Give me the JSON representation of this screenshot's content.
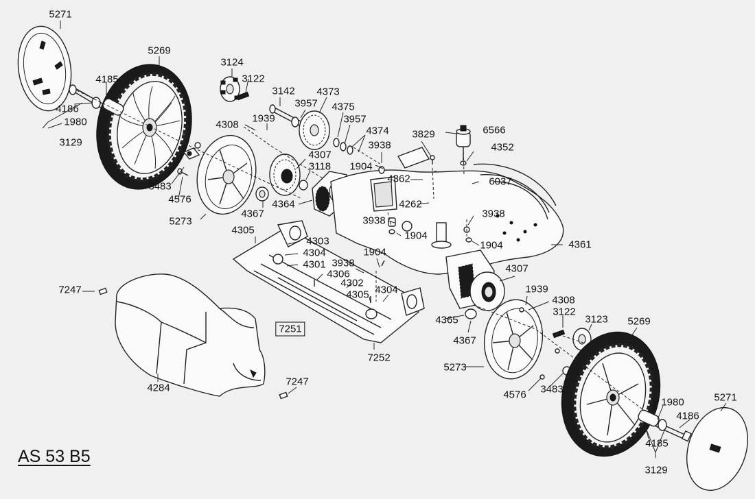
{
  "model": "AS 53 B5",
  "parts": [
    {
      "id": "p5271a",
      "text": "5271"
    },
    {
      "id": "p5269a",
      "text": "5269"
    },
    {
      "id": "p4185a",
      "text": "4185"
    },
    {
      "id": "p4186a",
      "text": "4186"
    },
    {
      "id": "p1980a",
      "text": "1980"
    },
    {
      "id": "p3129a",
      "text": "3129"
    },
    {
      "id": "p3124",
      "text": "3124"
    },
    {
      "id": "p3122a",
      "text": "3122"
    },
    {
      "id": "p3142",
      "text": "3142"
    },
    {
      "id": "p4373",
      "text": "4373"
    },
    {
      "id": "p3957a",
      "text": "3957"
    },
    {
      "id": "p4375",
      "text": "4375"
    },
    {
      "id": "p3957b",
      "text": "3957"
    },
    {
      "id": "p4308a",
      "text": "4308"
    },
    {
      "id": "p1939a",
      "text": "1939"
    },
    {
      "id": "p4374",
      "text": "4374"
    },
    {
      "id": "p3829",
      "text": "3829"
    },
    {
      "id": "p6566",
      "text": "6566"
    },
    {
      "id": "p3938a",
      "text": "3938"
    },
    {
      "id": "p4352",
      "text": "4352"
    },
    {
      "id": "p4307a",
      "text": "4307"
    },
    {
      "id": "p3118",
      "text": "3118"
    },
    {
      "id": "p1904a",
      "text": "1904"
    },
    {
      "id": "p4362",
      "text": "4362"
    },
    {
      "id": "p6037",
      "text": "6037"
    },
    {
      "id": "p3483a",
      "text": "3483"
    },
    {
      "id": "p4576a",
      "text": "4576"
    },
    {
      "id": "p5273a",
      "text": "5273"
    },
    {
      "id": "p4367a",
      "text": "4367"
    },
    {
      "id": "p4364",
      "text": "4364"
    },
    {
      "id": "p4262",
      "text": "4262"
    },
    {
      "id": "p3938b",
      "text": "3938"
    },
    {
      "id": "p3938c",
      "text": "3938"
    },
    {
      "id": "p1904b",
      "text": "1904"
    },
    {
      "id": "p1904c",
      "text": "1904"
    },
    {
      "id": "p4361",
      "text": "4361"
    },
    {
      "id": "p4305a",
      "text": "4305"
    },
    {
      "id": "p4303",
      "text": "4303"
    },
    {
      "id": "p4304a",
      "text": "4304"
    },
    {
      "id": "p4301",
      "text": "4301"
    },
    {
      "id": "p3938d",
      "text": "3938"
    },
    {
      "id": "p1904d",
      "text": "1904"
    },
    {
      "id": "p4306",
      "text": "4306"
    },
    {
      "id": "p4302",
      "text": "4302"
    },
    {
      "id": "p4305b",
      "text": "4305"
    },
    {
      "id": "p4304b",
      "text": "4304"
    },
    {
      "id": "p4307b",
      "text": "4307"
    },
    {
      "id": "p1939b",
      "text": "1939"
    },
    {
      "id": "p4308b",
      "text": "4308"
    },
    {
      "id": "p3122b",
      "text": "3122"
    },
    {
      "id": "p3123",
      "text": "3123"
    },
    {
      "id": "p5269b",
      "text": "5269"
    },
    {
      "id": "p7247a",
      "text": "7247"
    },
    {
      "id": "p7251",
      "text": "7251"
    },
    {
      "id": "p4365",
      "text": "4365"
    },
    {
      "id": "p4367b",
      "text": "4367"
    },
    {
      "id": "p7252",
      "text": "7252"
    },
    {
      "id": "p5273b",
      "text": "5273"
    },
    {
      "id": "p4576b",
      "text": "4576"
    },
    {
      "id": "p3483b",
      "text": "3483"
    },
    {
      "id": "p1980b",
      "text": "1980"
    },
    {
      "id": "p5271b",
      "text": "5271"
    },
    {
      "id": "p4186b",
      "text": "4186"
    },
    {
      "id": "p4185b",
      "text": "4185"
    },
    {
      "id": "p3129b",
      "text": "3129"
    },
    {
      "id": "p4284",
      "text": "4284"
    },
    {
      "id": "p7247b",
      "text": "7247"
    }
  ]
}
